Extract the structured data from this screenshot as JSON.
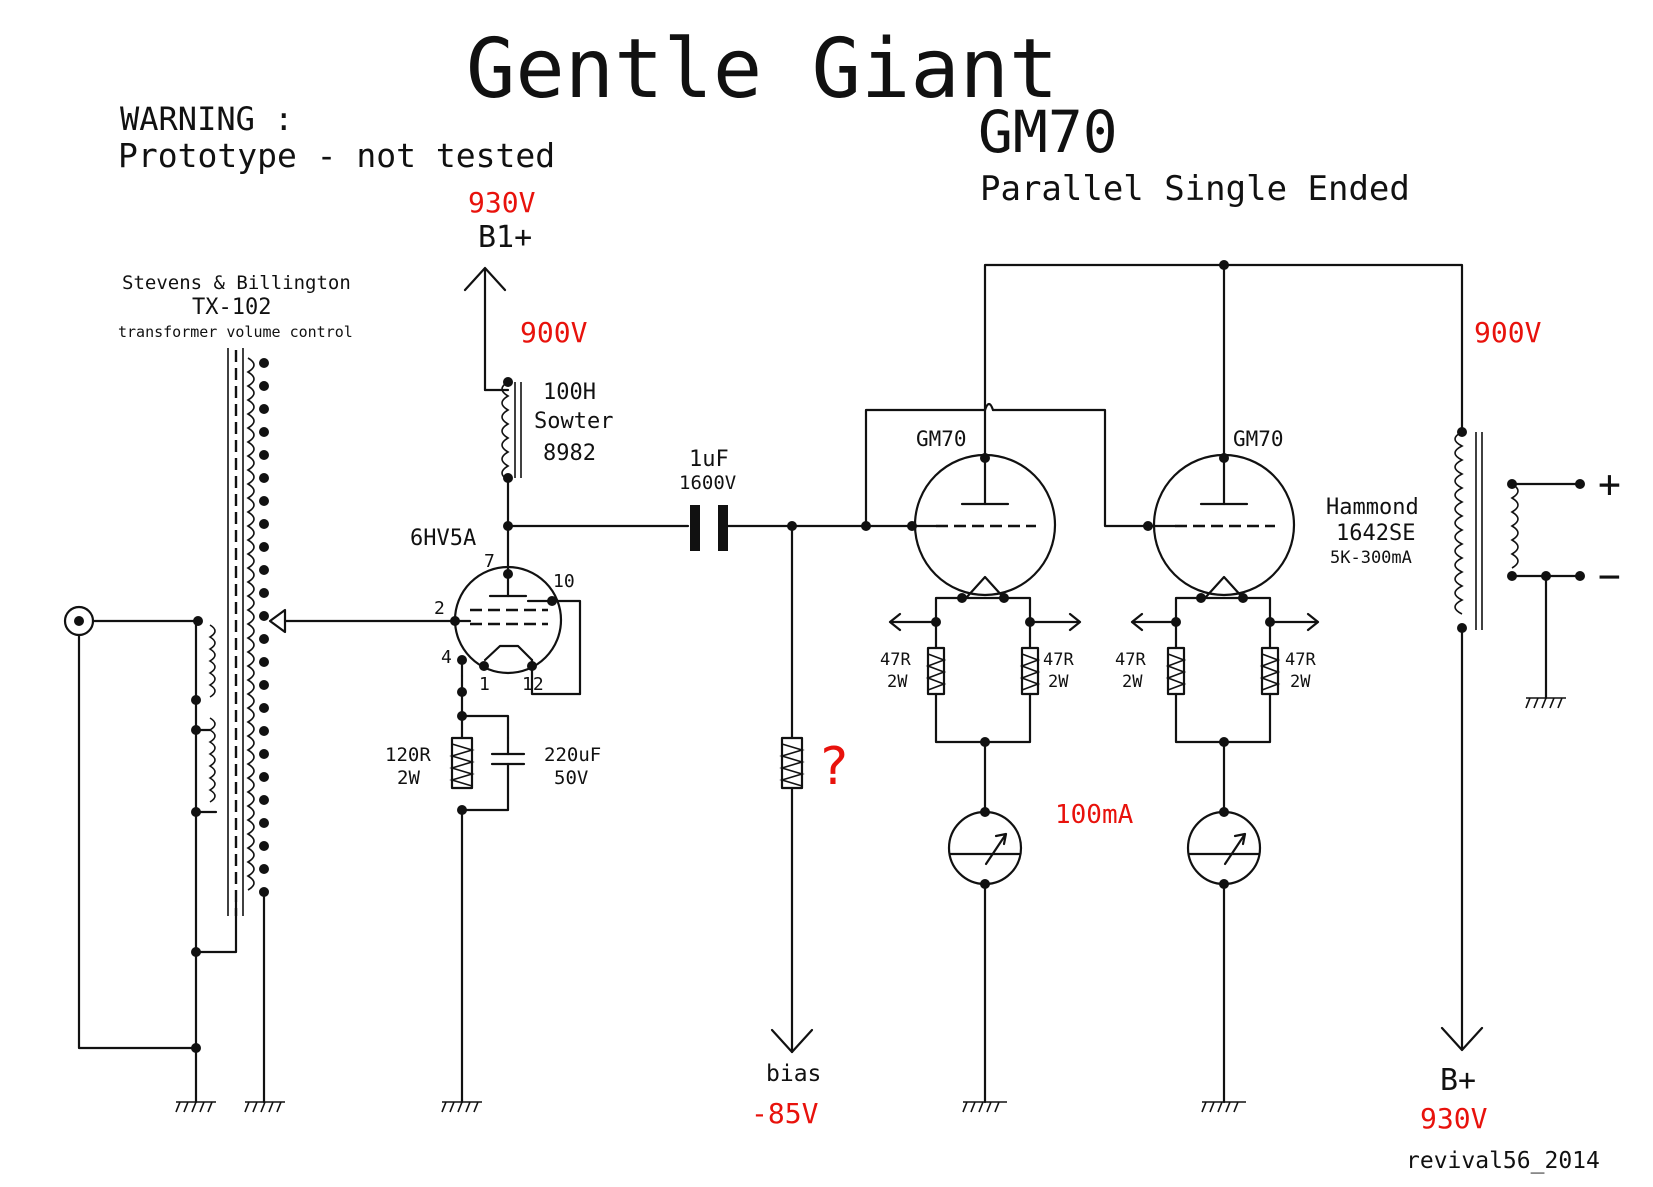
{
  "title": "Gentle Giant",
  "subtitle": "GM70",
  "subtitle2": "Parallel Single Ended",
  "warning": {
    "line1": "WARNING :",
    "line2": "Prototype - not tested"
  },
  "credit": "revival56_2014",
  "colors": {
    "ink": "#111111",
    "voltage": "#e8120c"
  },
  "input_transformer": {
    "line1": "Stevens & Billington",
    "line2": "TX-102",
    "line3": "transformer volume control"
  },
  "supply_b1": {
    "voltage": "930V",
    "label": "B1+"
  },
  "choke": {
    "voltage": "900V",
    "line1": "100H",
    "line2": "Sowter",
    "line3": "8982"
  },
  "driver_tube": {
    "name": "6HV5A",
    "pins": {
      "p7": "7",
      "p10": "10",
      "p2": "2",
      "p4": "4",
      "p1": "1",
      "p12": "12"
    }
  },
  "cathode_resistor": {
    "value": "120R",
    "power": "2W"
  },
  "cathode_cap": {
    "value": "220uF",
    "voltage": "50V"
  },
  "coupling_cap": {
    "value": "1uF",
    "voltage": "1600V"
  },
  "bias": {
    "question": "?",
    "label": "bias",
    "voltage": "-85V"
  },
  "output_tubes": [
    {
      "name": "GM70",
      "r_left": {
        "value": "47R",
        "power": "2W"
      },
      "r_right": {
        "value": "47R",
        "power": "2W"
      }
    },
    {
      "name": "GM70",
      "r_left": {
        "value": "47R",
        "power": "2W"
      },
      "r_right": {
        "value": "47R",
        "power": "2W"
      }
    }
  ],
  "current": "100mA",
  "output_transformer": {
    "voltage": "900V",
    "line1": "Hammond",
    "line2": "1642SE",
    "line3": "5K-300mA",
    "plus": "+",
    "minus": "−"
  },
  "supply_b": {
    "label": "B+",
    "voltage": "930V"
  }
}
